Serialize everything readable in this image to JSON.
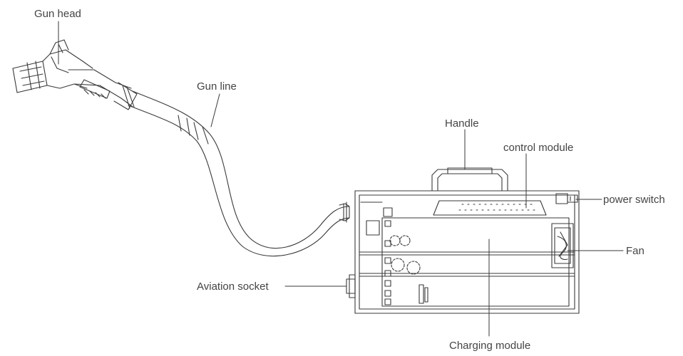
{
  "labels": {
    "gun_head": "Gun head",
    "gun_line": "Gun line",
    "handle": "Handle",
    "control_module": "control module",
    "power_switch": "power switch",
    "fan": "Fan",
    "aviation_socket": "Aviation socket",
    "charging_module": "Charging module"
  },
  "colors": {
    "line": "#3a3a3a",
    "label": "#444444",
    "background": "#ffffff"
  }
}
